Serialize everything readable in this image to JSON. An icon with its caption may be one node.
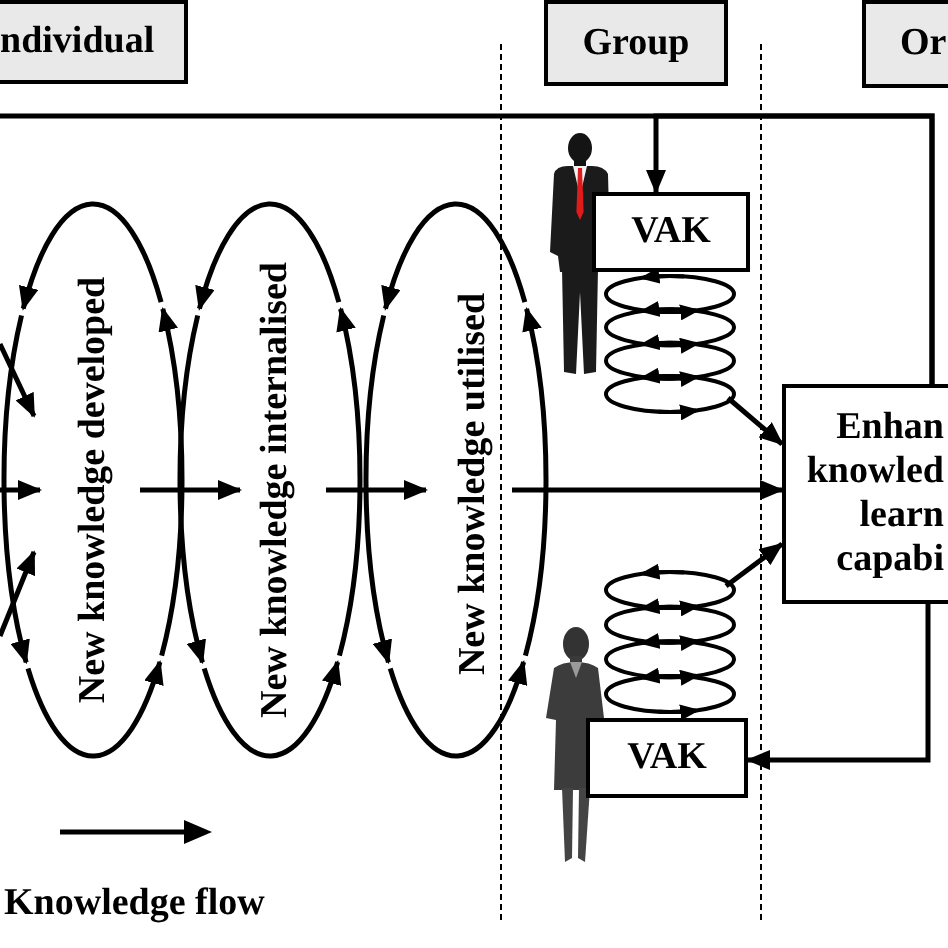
{
  "diagram": {
    "nodes": [
      {
        "text": [
          "ndividual"
        ]
      },
      {
        "text": [
          "Group"
        ]
      },
      {
        "text": [
          "Or"
        ]
      },
      {
        "text": [
          "VAK"
        ]
      },
      {
        "text": [
          "New knowledge developed"
        ]
      },
      {
        "text": [
          "New knowledge internalised"
        ]
      },
      {
        "text": [
          "New knowledge utilised"
        ]
      },
      {
        "text": [],
        "shape": "cycle"
      },
      {
        "text": [
          "Enhan knowled learn capabi"
        ]
      },
      {
        "text": [],
        "shape": "cycle"
      },
      {
        "text": [
          "VAK"
        ]
      }
    ],
    "edges": [
      {
        "from": 8,
        "to": 3,
        "arrow": "to"
      },
      {
        "from": 8,
        "to": null,
        "arrow": "none"
      },
      {
        "from": 8,
        "to": 10,
        "arrow": "to"
      },
      {
        "from": 7,
        "to": 8,
        "arrow": "to"
      },
      {
        "from": 9,
        "to": 8,
        "arrow": "to"
      },
      {
        "from": 4,
        "to": 5,
        "arrow": "to"
      },
      {
        "from": 5,
        "to": 6,
        "arrow": "to"
      },
      {
        "from": 6,
        "to": 8,
        "arrow": "to"
      },
      {
        "from": null,
        "to": 4,
        "arrow": "to"
      },
      {
        "from": null,
        "to": 4,
        "arrow": "to"
      },
      {
        "from": null,
        "to": 4,
        "arrow": "to"
      }
    ],
    "legend": [
      {
        "text": "Knowledge flow"
      }
    ]
  }
}
